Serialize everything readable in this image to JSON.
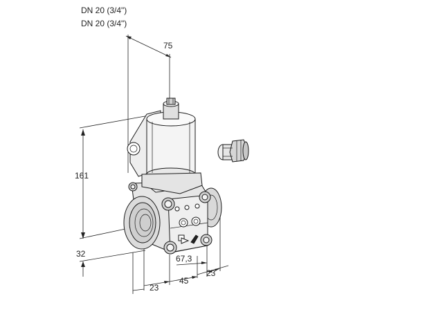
{
  "labels": {
    "size_line_1": "DN 20 (3/4\")",
    "size_line_2": "DN 20 (3/4\")"
  },
  "dimensions": {
    "top_width": "75",
    "height": "161",
    "bottom_offset": "32",
    "port_offset": "67,3",
    "side_right": "23",
    "base_left": "23",
    "base_middle": "45"
  },
  "colors": {
    "outline": "#1a1a1a",
    "light_metal": "#f2f2f2",
    "mid_metal": "#d9d9d9",
    "dark_metal": "#b0b0b0"
  }
}
